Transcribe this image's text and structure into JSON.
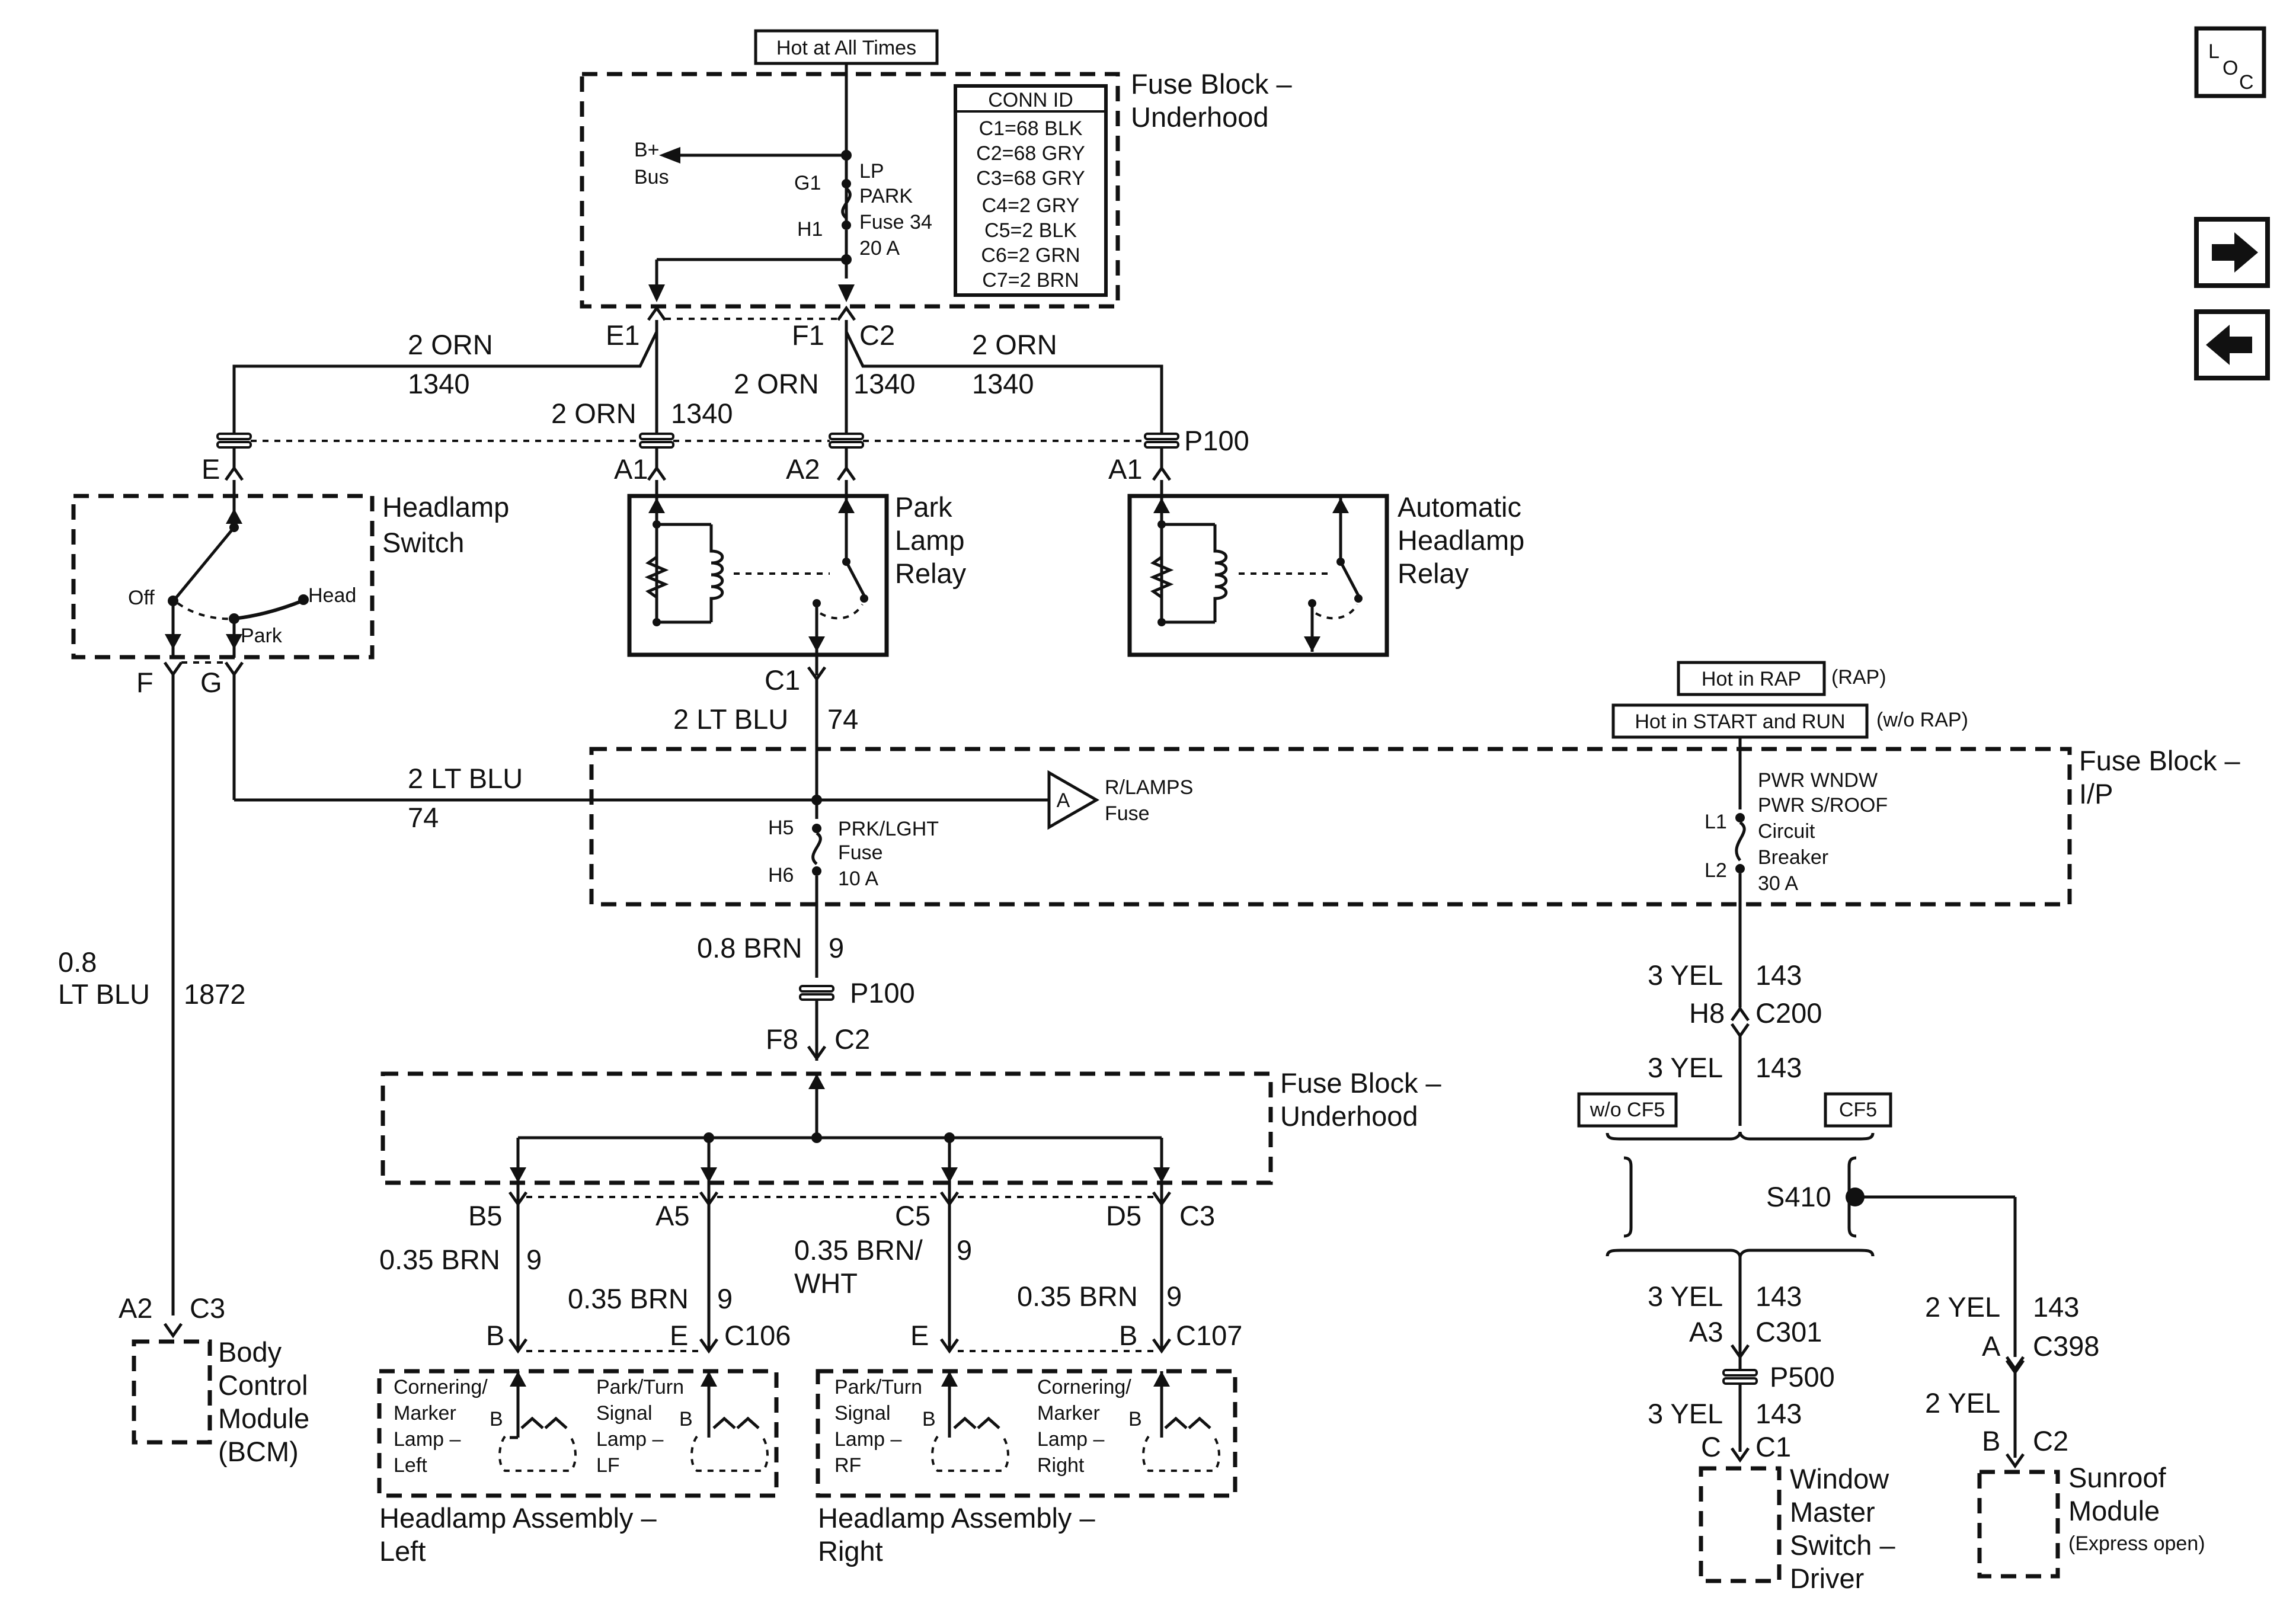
{
  "top_fuse": {
    "hot_label": "Hot at All Times",
    "block_title_1": "Fuse Block –",
    "block_title_2": "Underhood",
    "bplus_1": "B+",
    "bplus_2": "Bus",
    "fuse_l1": "LP",
    "fuse_l2": "PARK",
    "fuse_l3": "Fuse 34",
    "fuse_l4": "20 A",
    "pin_g1": "G1",
    "pin_h1": "H1",
    "conn_id": {
      "header": "CONN ID",
      "rows": [
        "C1=68 BLK",
        "C2=68 GRY",
        "C3=68 GRY",
        "C4=2 GRY",
        "C5=2 BLK",
        "C6=2 GRN",
        "C7=2 BRN"
      ]
    },
    "pin_e1": "E1",
    "pin_f1": "F1",
    "pin_c2": "C2"
  },
  "wires_top": {
    "left_color": "2 ORN",
    "left_circuit": "1340",
    "mid1_label": "2 ORN",
    "mid1_circuit": "1340",
    "mid2_color": "2 ORN",
    "mid2_circuit": "1340",
    "right_color": "2 ORN",
    "right_circuit": "1340",
    "p100": "P100",
    "pin_e": "E",
    "pin_a1_left": "A1",
    "pin_a2": "A2",
    "pin_a1_right": "A1"
  },
  "headlamp_switch": {
    "title_1": "Headlamp",
    "title_2": "Switch",
    "off": "Off",
    "head": "Head",
    "park": "Park",
    "pin_f": "F",
    "pin_g": "G"
  },
  "park_relay": {
    "title_1": "Park",
    "title_2": "Lamp",
    "title_3": "Relay",
    "pin_c1": "C1",
    "out_color": "2 LT BLU",
    "out_circuit": "74"
  },
  "auto_relay": {
    "title_1": "Automatic",
    "title_2": "Headlamp",
    "title_3": "Relay"
  },
  "ip_fuse": {
    "title_1": "Fuse Block –",
    "title_2": "I/P",
    "hot_rap": "Hot in RAP",
    "rap": "(RAP)",
    "hot_start": "Hot in START and RUN",
    "wo_rap": "(w/o RAP)",
    "left_wire_color": "2 LT BLU",
    "left_wire_circuit": "74",
    "rlamps_tag": "A",
    "rlamps_1": "R/LAMPS",
    "rlamps_2": "Fuse",
    "prk_pin_h5": "H5",
    "prk_pin_h6": "H6",
    "prk_1": "PRK/LGHT",
    "prk_2": "Fuse",
    "prk_3": "10 A",
    "cb_pin_l1": "L1",
    "cb_pin_l2": "L2",
    "cb_1": "PWR WNDW",
    "cb_2": "PWR S/ROOF",
    "cb_3": "Circuit",
    "cb_4": "Breaker",
    "cb_5": "30 A"
  },
  "bcm_wire": {
    "gauge": "0.8",
    "color": "LT BLU",
    "circuit": "1872",
    "pin_a2": "A2",
    "pin_c3": "C3",
    "bcm_1": "Body",
    "bcm_2": "Control",
    "bcm_3": "Module",
    "bcm_4": "(BCM)"
  },
  "center_lower": {
    "wire_color": "0.8 BRN",
    "wire_circuit": "9",
    "p100": "P100",
    "pin_f8": "F8",
    "pin_c2": "C2",
    "block_1": "Fuse Block –",
    "block_2": "Underhood",
    "pin_b5": "B5",
    "pin_a5": "A5",
    "pin_c5": "C5",
    "pin_d5": "D5",
    "pin_c3": "C3",
    "w1_color": "0.35 BRN",
    "w1_circuit": "9",
    "w2_color": "0.35 BRN",
    "w2_circuit": "9",
    "w3_color_1": "0.35 BRN/",
    "w3_color_2": "WHT",
    "w3_circuit": "9",
    "w4_color": "0.35 BRN",
    "w4_circuit": "9",
    "left_pin_b": "B",
    "left_pin_e": "E",
    "c106": "C106",
    "right_pin_e": "E",
    "right_pin_b": "B",
    "c107": "C107"
  },
  "headlamp_left": {
    "lamp1_1": "Cornering/",
    "lamp1_2": "Marker",
    "lamp1_3": "Lamp –",
    "lamp1_4": "Left",
    "lamp2_1": "Park/Turn",
    "lamp2_2": "Signal",
    "lamp2_3": "Lamp –",
    "lamp2_4": "LF",
    "pin_b": "B",
    "title_1": "Headlamp Assembly –",
    "title_2": "Left"
  },
  "headlamp_right": {
    "lamp1_1": "Park/Turn",
    "lamp1_2": "Signal",
    "lamp1_3": "Lamp –",
    "lamp1_4": "RF",
    "lamp2_1": "Cornering/",
    "lamp2_2": "Marker",
    "lamp2_3": "Lamp –",
    "lamp2_4": "Right",
    "pin_b": "B",
    "title_1": "Headlamp Assembly –",
    "title_2": "Right"
  },
  "right_side": {
    "w1_color": "3 YEL",
    "w1_circuit": "143",
    "pin_h8": "H8",
    "c200": "C200",
    "w2_color": "3 YEL",
    "w2_circuit": "143",
    "wo_cf5": "w/o CF5",
    "cf5": "CF5",
    "s410": "S410",
    "w3_color": "3 YEL",
    "w3_circuit": "143",
    "pin_a3": "A3",
    "c301": "C301",
    "p500": "P500",
    "w4_color": "3 YEL",
    "w4_circuit": "143",
    "pin_c": "C",
    "c1": "C1",
    "win_1": "Window",
    "win_2": "Master",
    "win_3": "Switch –",
    "win_4": "Driver",
    "sr_w1_color": "2 YEL",
    "sr_w1_circuit": "143",
    "sr_pin_a": "A",
    "c398": "C398",
    "sr_w2_color": "2 YEL",
    "sr_pin_b": "B",
    "sr_c2": "C2",
    "sr_1": "Sunroof",
    "sr_2": "Module",
    "sr_3": "(Express open)"
  },
  "nav": {
    "loc_l": "L",
    "loc_o": "O",
    "loc_c": "C",
    "next_icon": "arrow-right-icon",
    "prev_icon": "arrow-left-icon"
  }
}
